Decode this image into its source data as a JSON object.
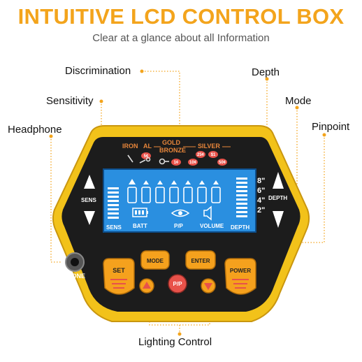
{
  "header": {
    "title": "INTUITIVE LCD CONTROL BOX",
    "subtitle": "Clear at a glance about all Information"
  },
  "callouts": {
    "discrimination": "Discrimination",
    "depth": "Depth",
    "sensitivity": "Sensitivity",
    "mode": "Mode",
    "headphone": "Headphone",
    "pinpoint": "Pinpoint",
    "lighting": "Lighting Control"
  },
  "panel": {
    "metals": {
      "iron": "IRON",
      "al": "AL",
      "gold": "GOLD",
      "bronze": "BRONZE",
      "silver": "SILVER",
      "coins": [
        "5¢",
        "1¢",
        "10¢",
        "25¢",
        "$1",
        "50¢"
      ]
    },
    "lcd": {
      "sens": "SENS",
      "batt": "BATT",
      "pp": "P/P",
      "volume": "VOLUME",
      "depth": "DEPTH",
      "depth_marks": [
        "8\"",
        "6\"",
        "4\"",
        "2\""
      ]
    },
    "side": {
      "left": "SENS",
      "right": "DEPTH",
      "phone": "PHONE"
    },
    "buttons": {
      "set": "SET",
      "mode": "MODE",
      "enter": "ENTER",
      "power": "POWER",
      "pp": "P/P"
    }
  },
  "colors": {
    "accent": "#f3a41c",
    "body_yellow": "#f2c21a",
    "button_orange": "#f5a11d",
    "pp_red": "#e8524a",
    "lcd_blue": "#2a8fe0"
  }
}
